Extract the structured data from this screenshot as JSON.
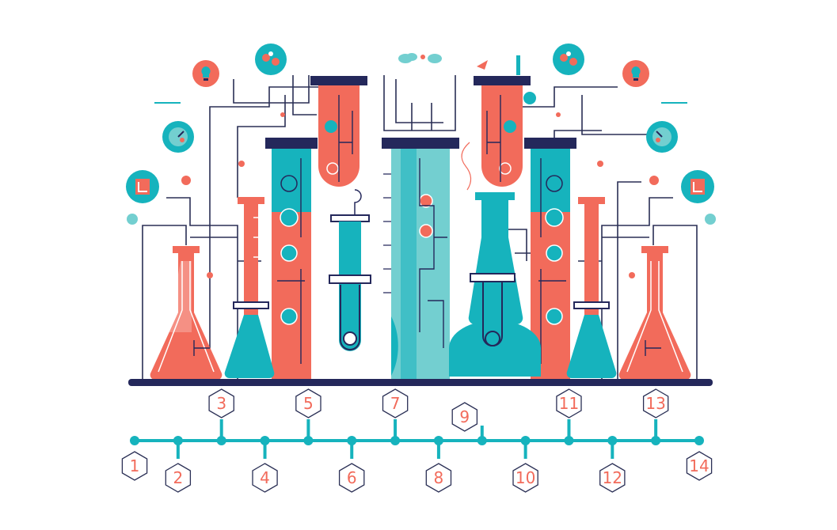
{
  "colors": {
    "coral": "#F26B5B",
    "teal": "#16B3BD",
    "light_teal": "#73CFD0",
    "navy": "#24285B",
    "line": "#2A2F55",
    "hex_stroke": "#2A2F55",
    "hex_text": "#F26B5B"
  },
  "timeline": {
    "steps": [
      {
        "label": "1"
      },
      {
        "label": "2"
      },
      {
        "label": "3"
      },
      {
        "label": "4"
      },
      {
        "label": "5"
      },
      {
        "label": "6"
      },
      {
        "label": "7"
      },
      {
        "label": "8"
      },
      {
        "label": "9"
      },
      {
        "label": "10"
      },
      {
        "label": "11"
      },
      {
        "label": "12"
      },
      {
        "label": "13"
      },
      {
        "label": "14"
      }
    ]
  },
  "icons": [
    "lightbulb-icon",
    "gears-icon",
    "cloud-icon",
    "rocket-icon",
    "clock-icon",
    "document-icon",
    "leaf-icon",
    "flask-icon"
  ]
}
